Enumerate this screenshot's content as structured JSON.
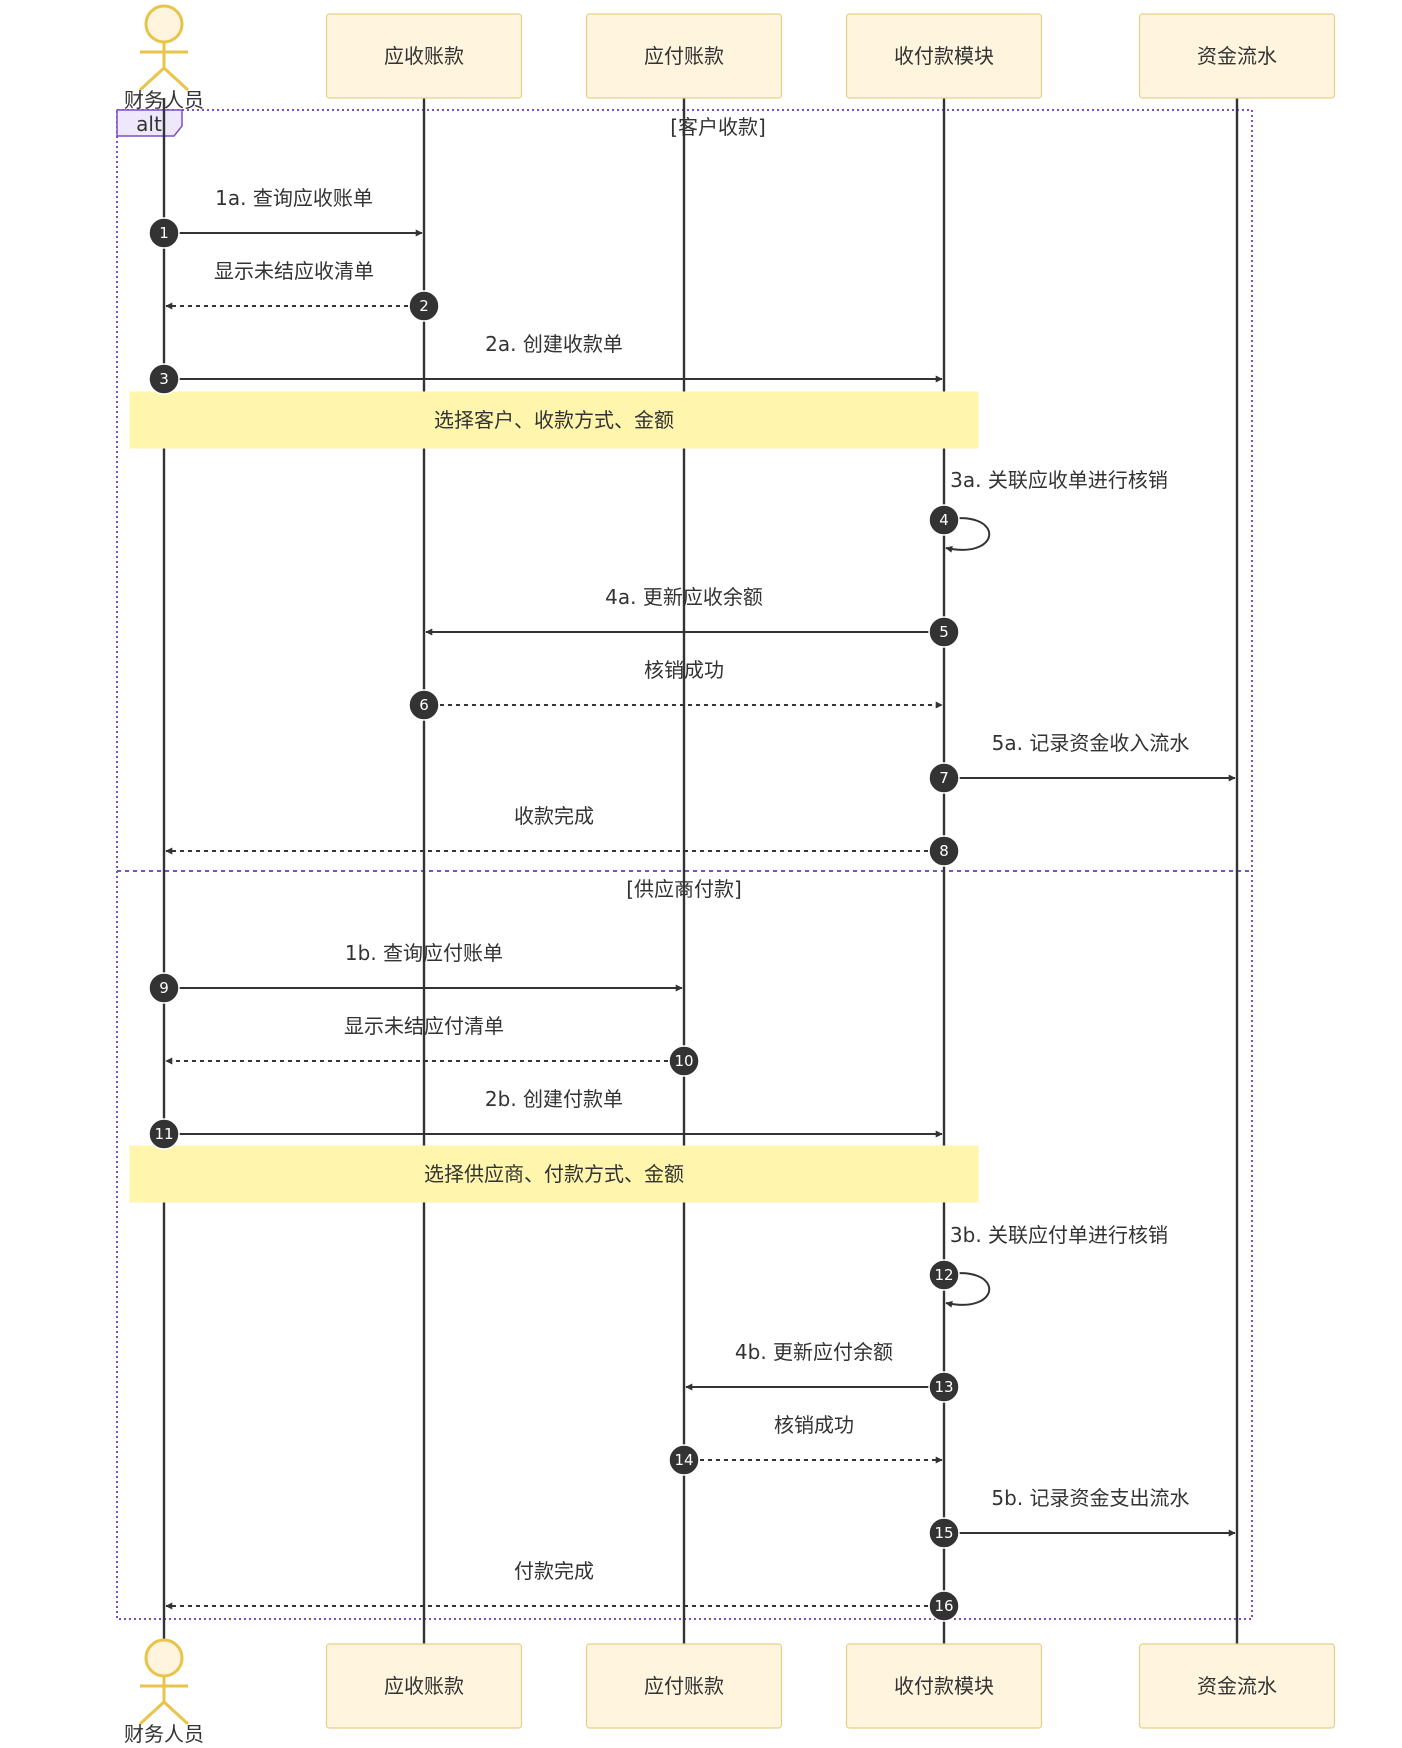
{
  "participants": [
    {
      "id": "finance",
      "label": "财务人员",
      "type": "actor"
    },
    {
      "id": "ar",
      "label": "应收账款",
      "type": "box"
    },
    {
      "id": "ap",
      "label": "应付账款",
      "type": "box"
    },
    {
      "id": "pay",
      "label": "收付款模块",
      "type": "box"
    },
    {
      "id": "cash",
      "label": "资金流水",
      "type": "box"
    }
  ],
  "alt": {
    "label": "alt",
    "sections": [
      {
        "condition": "[客户收款]"
      },
      {
        "condition": "[供应商付款]"
      }
    ]
  },
  "messages": [
    {
      "seq": "1",
      "from": "finance",
      "to": "ar",
      "text": "1a. 查询应收账单",
      "dashed": false
    },
    {
      "seq": "2",
      "from": "ar",
      "to": "finance",
      "text": "显示未结应收清单",
      "dashed": true
    },
    {
      "seq": "3",
      "from": "finance",
      "to": "pay",
      "text": "2a. 创建收款单",
      "dashed": false
    },
    {
      "seq": "4",
      "from": "pay",
      "to": "pay",
      "text": "3a. 关联应收单进行核销",
      "dashed": false
    },
    {
      "seq": "5",
      "from": "pay",
      "to": "ar",
      "text": "4a. 更新应收余额",
      "dashed": false
    },
    {
      "seq": "6",
      "from": "ar",
      "to": "pay",
      "text": "核销成功",
      "dashed": true
    },
    {
      "seq": "7",
      "from": "pay",
      "to": "cash",
      "text": "5a. 记录资金收入流水",
      "dashed": false
    },
    {
      "seq": "8",
      "from": "pay",
      "to": "finance",
      "text": "收款完成",
      "dashed": true
    },
    {
      "seq": "9",
      "from": "finance",
      "to": "ap",
      "text": "1b. 查询应付账单",
      "dashed": false
    },
    {
      "seq": "10",
      "from": "ap",
      "to": "finance",
      "text": "显示未结应付清单",
      "dashed": true
    },
    {
      "seq": "11",
      "from": "finance",
      "to": "pay",
      "text": "2b. 创建付款单",
      "dashed": false
    },
    {
      "seq": "12",
      "from": "pay",
      "to": "pay",
      "text": "3b. 关联应付单进行核销",
      "dashed": false
    },
    {
      "seq": "13",
      "from": "pay",
      "to": "ap",
      "text": "4b. 更新应付余额",
      "dashed": false
    },
    {
      "seq": "14",
      "from": "ap",
      "to": "pay",
      "text": "核销成功",
      "dashed": true
    },
    {
      "seq": "15",
      "from": "pay",
      "to": "cash",
      "text": "5b. 记录资金支出流水",
      "dashed": false
    },
    {
      "seq": "16",
      "from": "pay",
      "to": "finance",
      "text": "付款完成",
      "dashed": true
    }
  ],
  "notes": [
    {
      "text": "选择客户、收款方式、金额"
    },
    {
      "text": "选择供应商、付款方式、金额"
    }
  ]
}
